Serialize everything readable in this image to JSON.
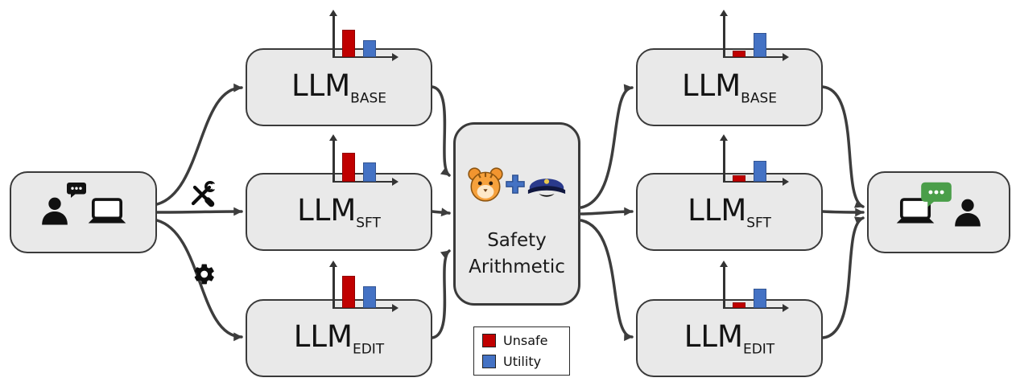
{
  "center": {
    "line1": "Safety",
    "line2": "Arithmetic"
  },
  "models_before": [
    {
      "name": "LLM",
      "sub": "BASE",
      "unsafe_h": 34,
      "utility_h": 21
    },
    {
      "name": "LLM",
      "sub": "SFT",
      "unsafe_h": 36,
      "utility_h": 24
    },
    {
      "name": "LLM",
      "sub": "EDIT",
      "unsafe_h": 40,
      "utility_h": 27
    }
  ],
  "models_after": [
    {
      "name": "LLM",
      "sub": "BASE",
      "unsafe_h": 8,
      "utility_h": 30
    },
    {
      "name": "LLM",
      "sub": "SFT",
      "unsafe_h": 8,
      "utility_h": 26
    },
    {
      "name": "LLM",
      "sub": "EDIT",
      "unsafe_h": 7,
      "utility_h": 24
    }
  ],
  "legend": [
    {
      "label": "Unsafe",
      "color": "#c00000"
    },
    {
      "label": "Utility",
      "color": "#4472c4"
    }
  ],
  "icons": {
    "left_endpoint": [
      "person-icon",
      "chat-bubble-icon",
      "laptop-icon"
    ],
    "right_endpoint": [
      "laptop-icon",
      "chat-bubble-green-icon",
      "person-icon"
    ],
    "branch_top": "tools-icon",
    "branch_bottom": "gear-icon",
    "center": [
      "tiger-icon",
      "plus-icon",
      "police-cap-icon"
    ]
  },
  "colors": {
    "unsafe": "#c00000",
    "utility": "#4472c4",
    "box_fill": "#e9e9e9",
    "box_border": "#3a3a3a",
    "arrow": "#3d3d3d",
    "green_bubble": "#4a9e49"
  }
}
